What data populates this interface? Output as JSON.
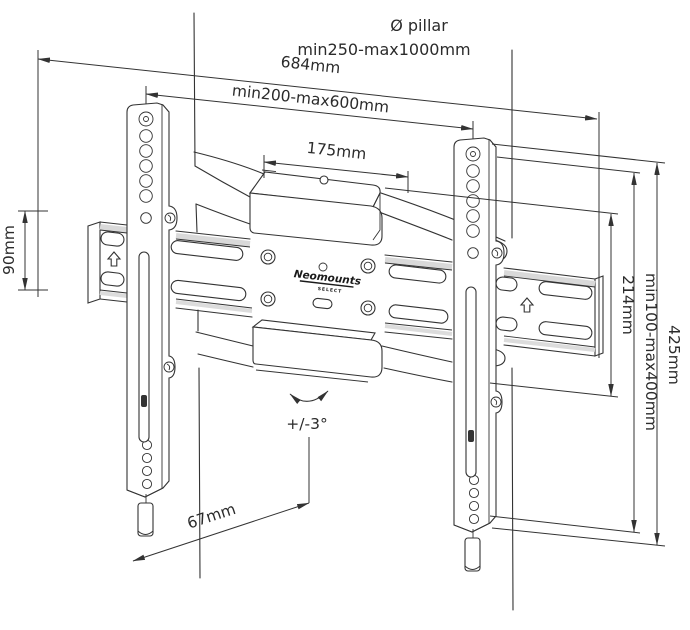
{
  "diagram": {
    "type": "technical-drawing",
    "product": "pillar TV mount drawing",
    "bg_color": "#ffffff",
    "line_color": "#333333",
    "title": {
      "line1": "Ø pillar",
      "line2": "min250-max1000mm"
    },
    "dimensions": {
      "total_width": "684mm",
      "vesa_width_range": "min200-max600mm",
      "clamp_width": "175mm",
      "wallplate_height": "90mm",
      "plate_assembly_height": "214mm",
      "vesa_height_range": "min100-max400mm",
      "bracket_height": "425mm",
      "tilt_range": "+/-3°",
      "depth": "67mm"
    },
    "brand": {
      "name": "Neomounts",
      "sub": "SELECT"
    }
  }
}
